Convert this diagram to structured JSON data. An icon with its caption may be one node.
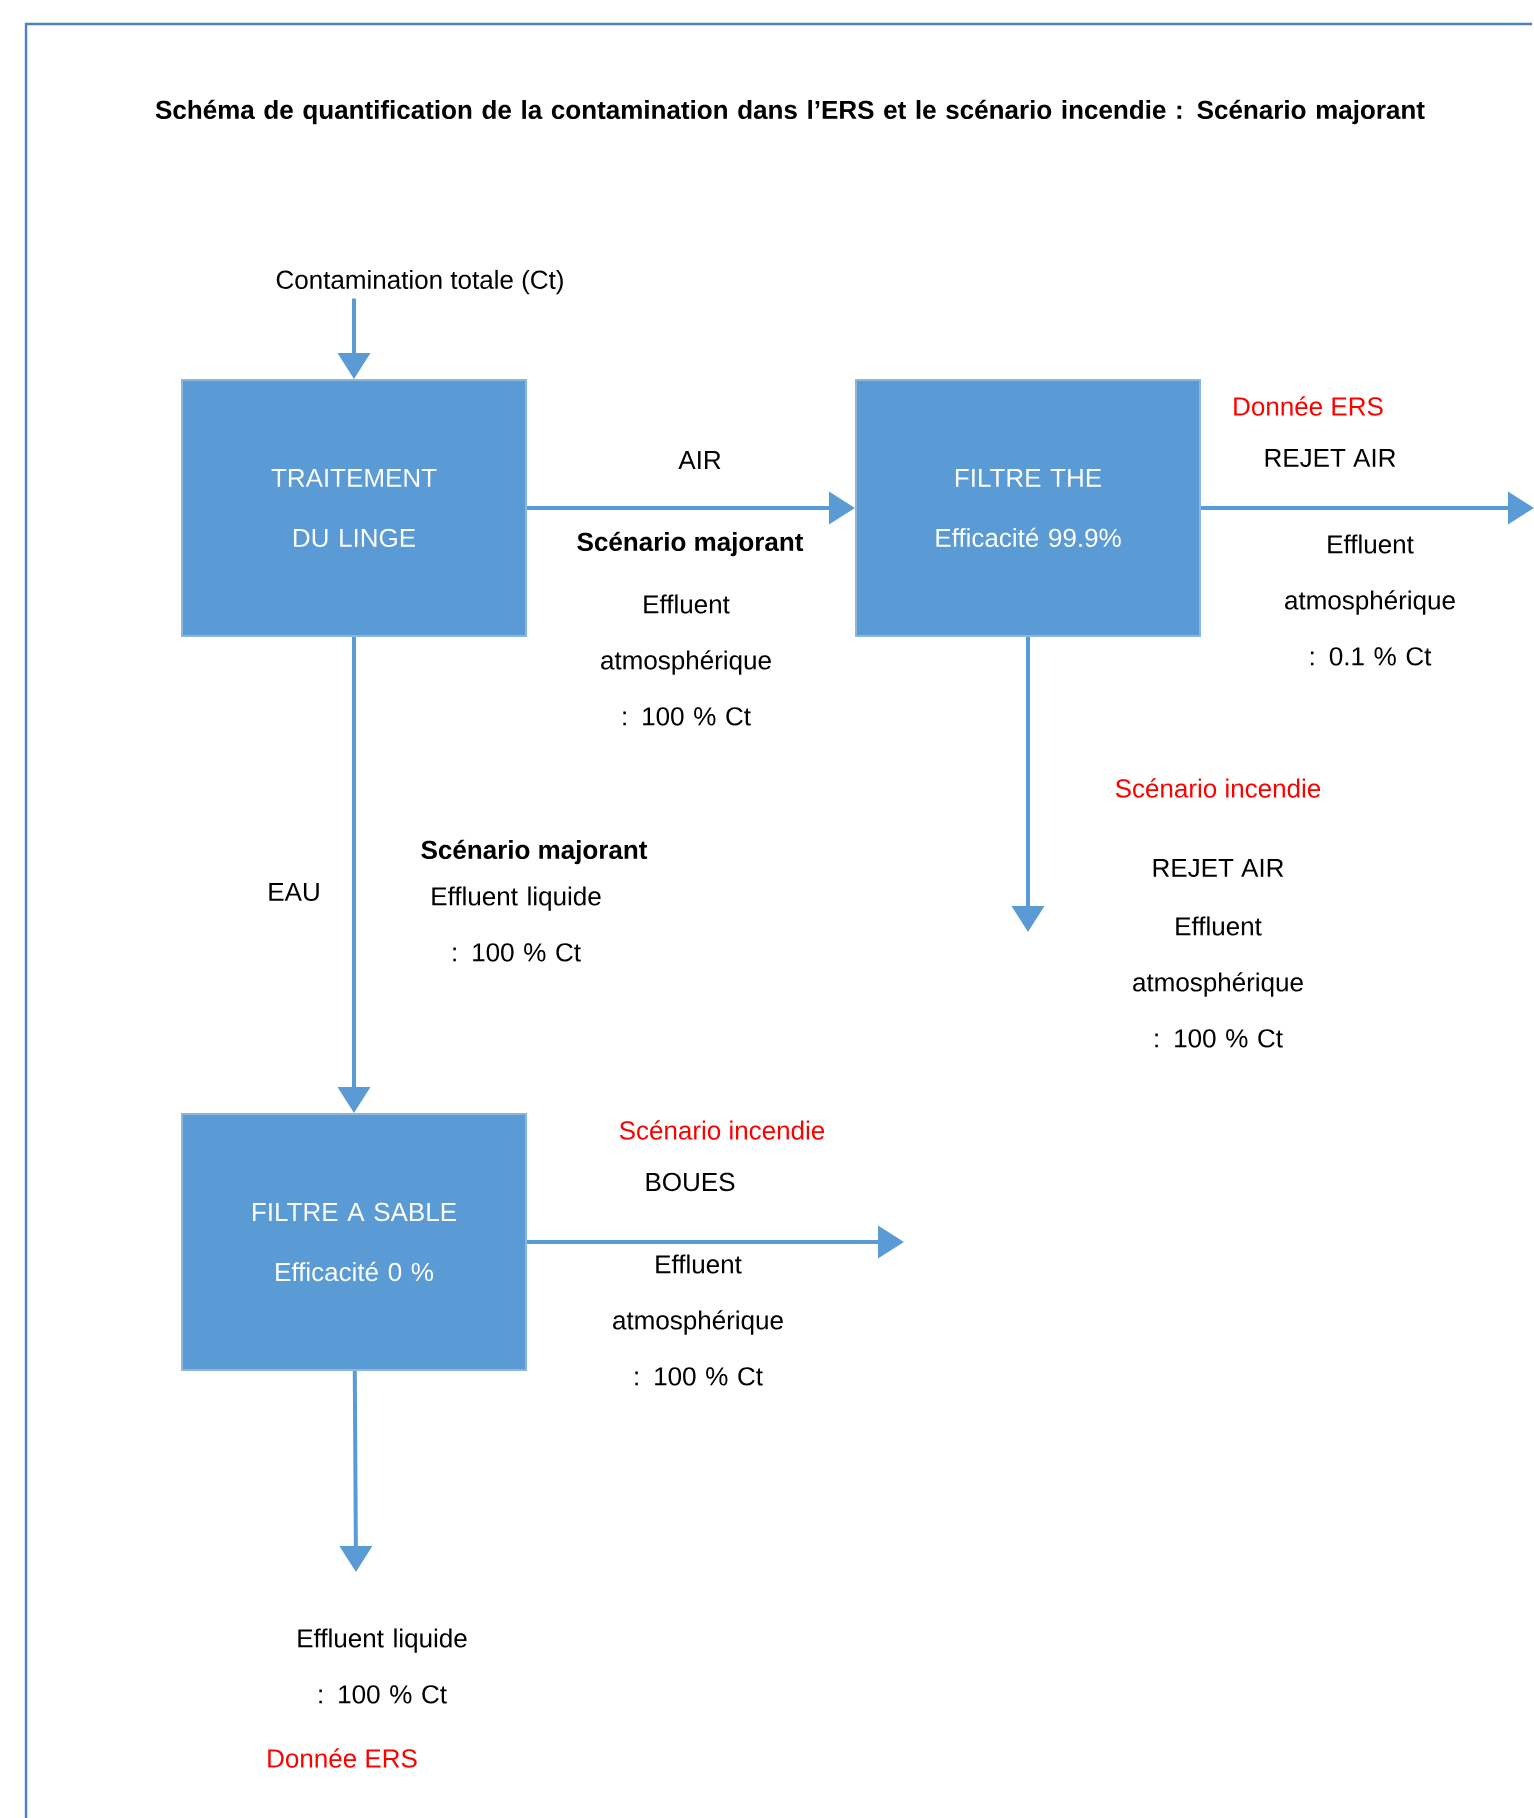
{
  "diagram": {
    "title": "Schéma de quantification de la contamination dans l’ERS et le scénario incendie : Scénario majorant",
    "nodes": [
      {
        "text": [
          "Contamination totale (Ct)"
        ]
      },
      {
        "text": [
          "TRAITEMENT DU LINGE"
        ]
      },
      {
        "text": [
          "FILTRE THE",
          "Efficacité 99.9%"
        ]
      },
      {
        "text": [
          "FILTRE A SABLE",
          "Efficacité 0 %"
        ]
      }
    ],
    "edges": [
      {
        "from": 0,
        "to": 1,
        "arrow": "to"
      },
      {
        "from": 1,
        "to": 2,
        "arrow": "to",
        "label": "AIR"
      },
      {
        "from": 2,
        "to": null,
        "arrow": "to",
        "label": "REJET AIR"
      },
      {
        "from": 2,
        "to": null,
        "arrow": "to"
      },
      {
        "from": 1,
        "to": 3,
        "arrow": "to",
        "label": "EAU"
      },
      {
        "from": 3,
        "to": null,
        "arrow": "to",
        "label": "BOUES"
      },
      {
        "from": 3,
        "to": null,
        "arrow": "to"
      }
    ],
    "labels": [
      "Scénario majorant",
      "Effluent atmosphérique : 100 % Ct",
      "Donnée ERS",
      "Effluent atmosphérique : 0.1 % Ct",
      "Scénario incendie",
      "REJET AIR",
      "Effluent atmosphérique : 100 % Ct",
      "Scénario majorant",
      "Effluent liquide : 100 % Ct",
      "Scénario incendie",
      "Effluent atmosphérique : 100 % Ct",
      "Effluent liquide : 100 % Ct",
      "Donnée ERS"
    ]
  }
}
